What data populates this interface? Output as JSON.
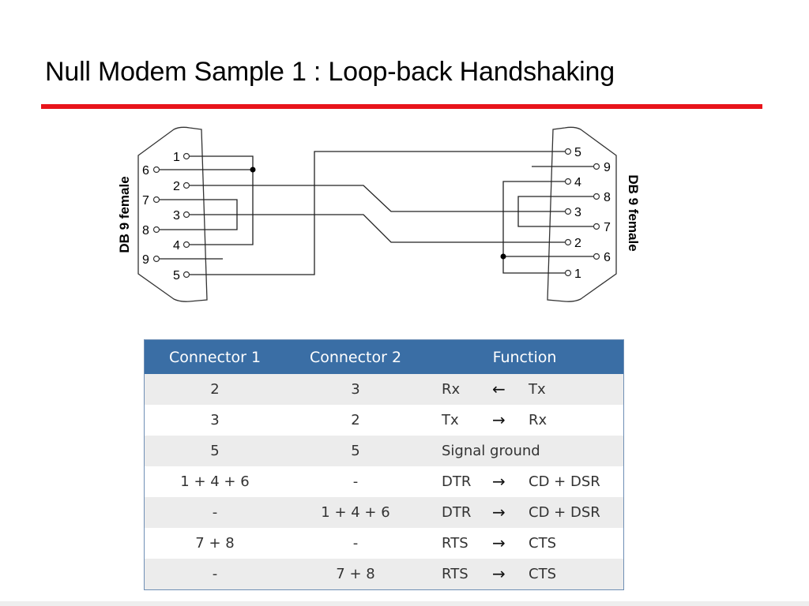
{
  "title": "Null Modem Sample 1 : Loop-back Handshaking",
  "colors": {
    "accent_rule": "#e8141b",
    "table_header": "#3a6ea5"
  },
  "diagram": {
    "left_connector_label": "DB 9 female",
    "right_connector_label": "DB 9 female",
    "left_pins": [
      "1",
      "6",
      "2",
      "7",
      "3",
      "8",
      "4",
      "9",
      "5"
    ],
    "right_pins": [
      "5",
      "9",
      "4",
      "8",
      "3",
      "7",
      "2",
      "6",
      "1"
    ]
  },
  "table": {
    "headers": [
      "Connector 1",
      "Connector 2",
      "Function"
    ],
    "rows": [
      {
        "c1": "2",
        "c2": "3",
        "from": "Rx",
        "arrow": "←",
        "to": "Tx"
      },
      {
        "c1": "3",
        "c2": "2",
        "from": "Tx",
        "arrow": "→",
        "to": "Rx"
      },
      {
        "c1": "5",
        "c2": "5",
        "text": "Signal ground"
      },
      {
        "c1": "1 + 4 + 6",
        "c2": "-",
        "from": "DTR",
        "arrow": "→",
        "to": "CD + DSR"
      },
      {
        "c1": "-",
        "c2": "1 + 4 + 6",
        "from": "DTR",
        "arrow": "→",
        "to": "CD + DSR"
      },
      {
        "c1": "7 + 8",
        "c2": "-",
        "from": "RTS",
        "arrow": "→",
        "to": "CTS"
      },
      {
        "c1": "-",
        "c2": "7 + 8",
        "from": "RTS",
        "arrow": "→",
        "to": "CTS"
      }
    ]
  }
}
